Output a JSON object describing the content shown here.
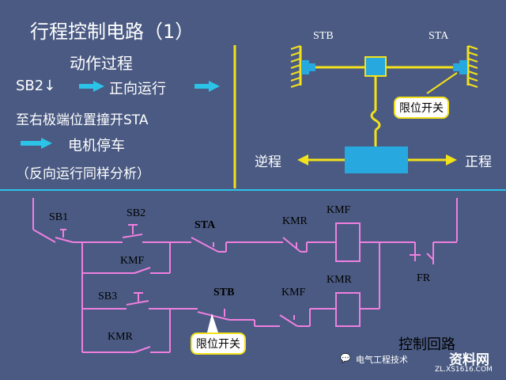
{
  "title": "行程控制电路（1）",
  "process": {
    "heading": "动作过程",
    "step1_left": "SB2↓",
    "step1_right": "正向运行",
    "step2": "至右极端位置撞开STA",
    "step3": "电机停车",
    "step4": "（反向运行同样分析）"
  },
  "mechanism": {
    "stb": "STB",
    "sta": "STA",
    "limit_switch": "限位开关",
    "reverse": "逆程",
    "forward": "正程"
  },
  "circuit": {
    "sb1": "SB1",
    "sb2": "SB2",
    "sta": "STA",
    "kmr_top": "KMR",
    "kmf_coil": "KMF",
    "kmf_contact": "KMF",
    "fr": "FR",
    "sb3": "SB3",
    "stb": "STB",
    "kmf_mid": "KMF",
    "kmr_coil": "KMR",
    "kmr_bottom": "KMR",
    "limit_switch": "限位开关",
    "control_circuit": "控制回路"
  },
  "watermark": {
    "wechat": "电气工程技术",
    "site": "资料网",
    "url": "ZL.XS1616.COM"
  },
  "colors": {
    "background": "#4a5a82",
    "divider": "#2cc3e8",
    "circuit": "#f07fe0",
    "arrow": "#2cc3e8",
    "mechanism": "#f2e11b",
    "block": "#27a8de"
  }
}
